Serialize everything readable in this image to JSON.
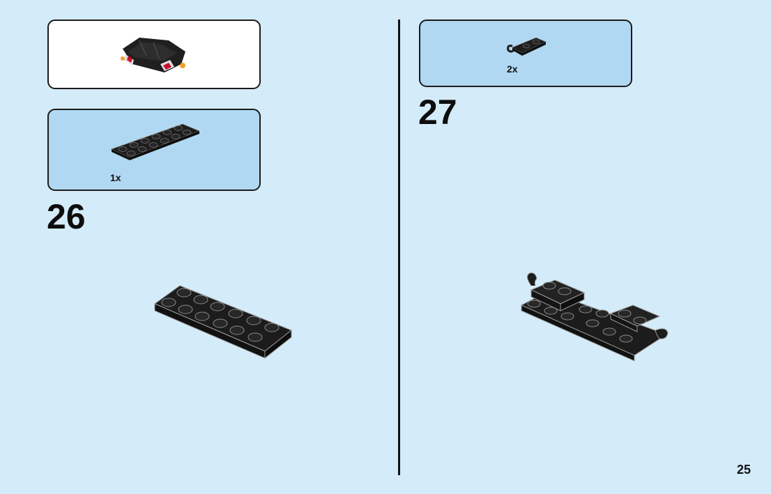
{
  "left_column": {
    "preview": {
      "icon": "completed-car-icon"
    },
    "parts_callout": {
      "quantity": "1x",
      "icon": "black-2x6-plate-icon"
    },
    "step_number": "26",
    "build_icon": "plate-placement-icon"
  },
  "right_column": {
    "parts_callout": {
      "quantity": "2x",
      "icon": "clip-plate-icon"
    },
    "step_number": "27",
    "build_icon": "assembly-with-clips-icon"
  },
  "page_number": "25",
  "colors": {
    "background": "#d4ebf9",
    "callout_blue": "#b1d8f2",
    "brick_black": "#1c1c1c",
    "outline": "#1a1a1a"
  }
}
